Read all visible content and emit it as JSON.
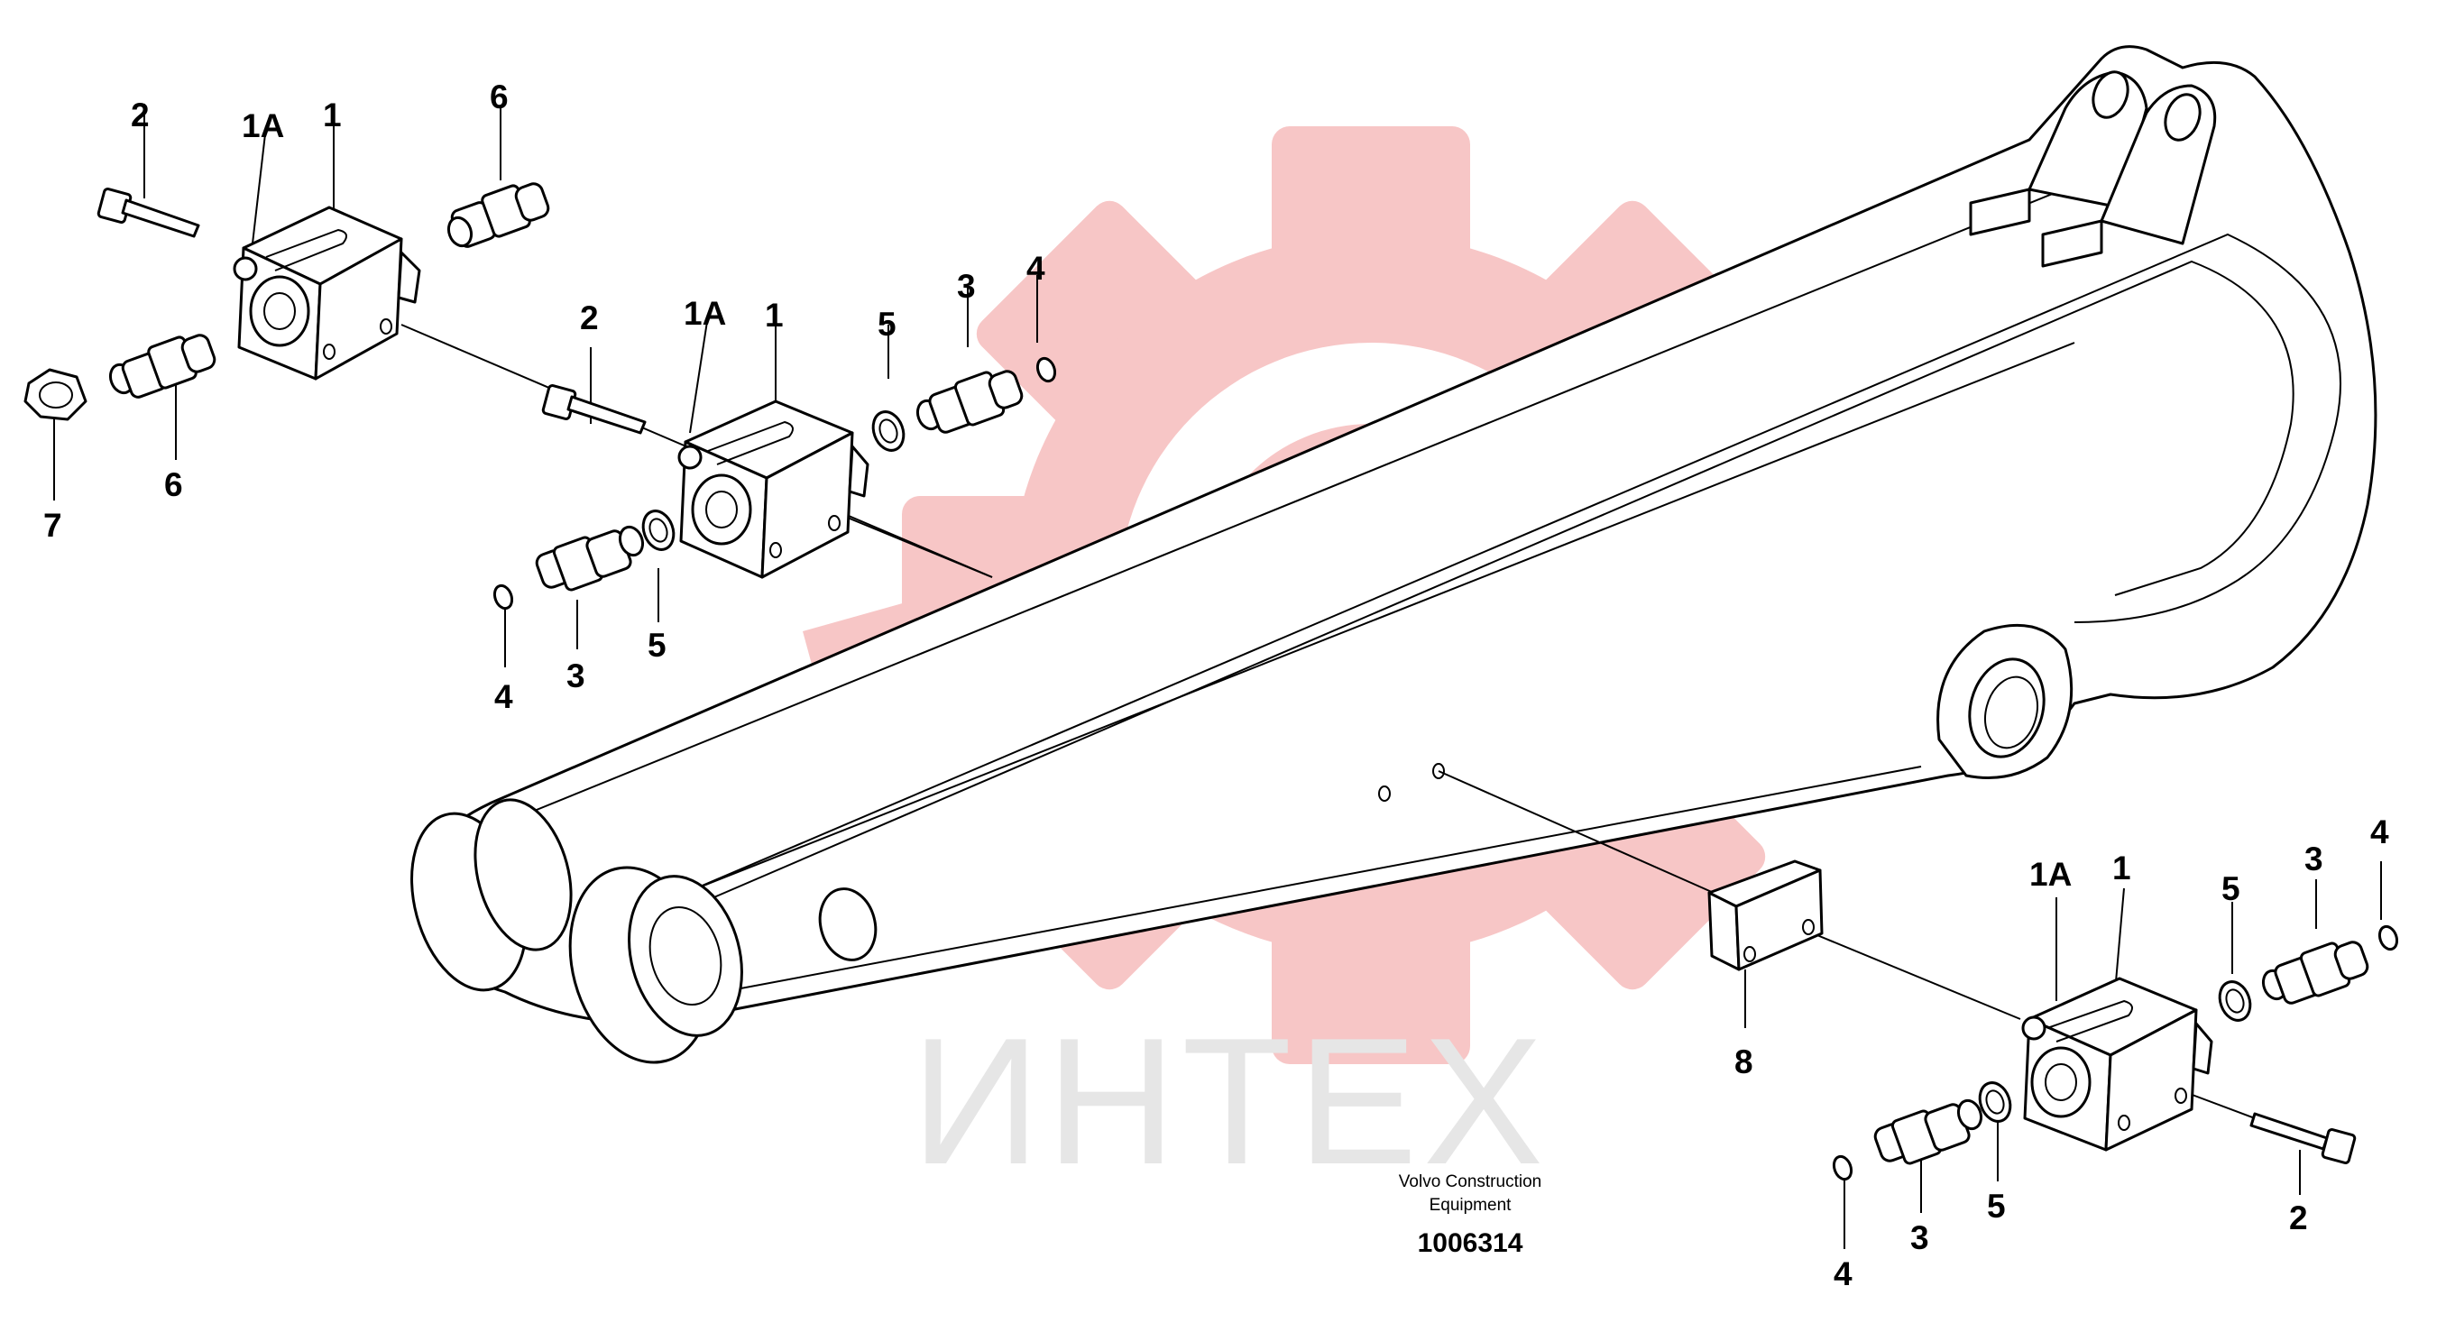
{
  "watermark": {
    "text": "ИНТЕХ",
    "logo": "gear-logo-icon",
    "color": "#f7c6c6",
    "text_color": "#e6e6e6"
  },
  "caption": {
    "company_line1": "Volvo Construction",
    "company_line2": "Equipment",
    "doc_number": "1006314"
  },
  "callouts": {
    "g1": {
      "c2": "2",
      "c1A": "1A",
      "c1": "1",
      "c6a": "6",
      "c6b": "6",
      "c7": "7"
    },
    "g2": {
      "c2": "2",
      "c1A": "1A",
      "c1": "1",
      "c5a": "5",
      "c3a": "3",
      "c4a": "4",
      "c4b": "4",
      "c3b": "3",
      "c5b": "5"
    },
    "g3": {
      "c1A": "1A",
      "c1": "1",
      "c5a": "5",
      "c3a": "3",
      "c4a": "4",
      "c8": "8",
      "c2": "2",
      "c5b": "5",
      "c3b": "3",
      "c4b": "4"
    }
  }
}
